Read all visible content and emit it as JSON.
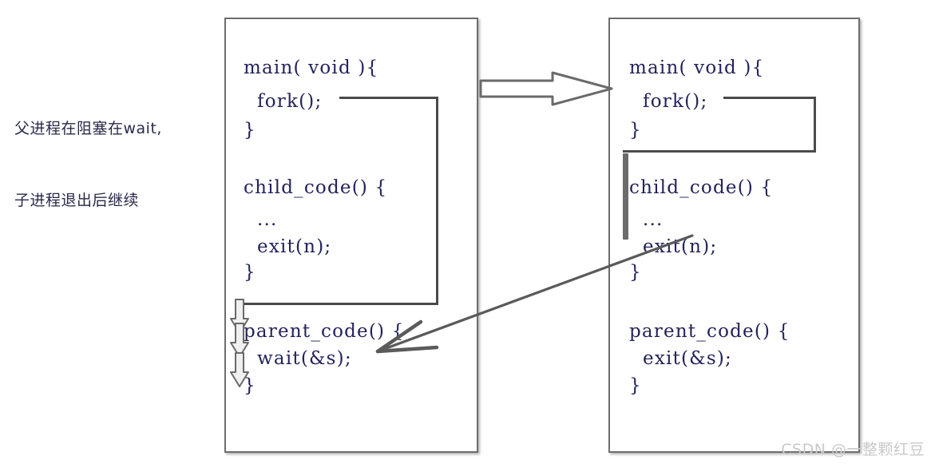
{
  "diagram": {
    "title": "fork wait process diagram",
    "annotation": {
      "line1": "父进程在阻塞在wait,",
      "line2": "子进程退出后继续"
    },
    "left_panel": {
      "name": "parent-process-panel",
      "code": [
        "main( void ){",
        "  fork();",
        "}",
        "child_code() {",
        "  ...",
        "  exit(n);",
        "}",
        "parent_code() {",
        "  wait(&s);",
        "}"
      ]
    },
    "right_panel": {
      "name": "child-process-panel",
      "code": [
        "main( void ){",
        "  fork();",
        "}",
        "child_code() {",
        "  ...",
        "  exit(n);",
        "}",
        "parent_code() {",
        "  exit(&s);",
        "}"
      ]
    },
    "arrows": {
      "fork_block_arrow": "fork-transition-arrow",
      "exit_to_wait_arrow": "exit-returns-to-wait-arrow",
      "blocked_arrows": "parent-blocked-down-arrows"
    },
    "colors": {
      "code_text": "#23235c",
      "annotation_text": "#2a2a4a",
      "panel_border": "#6e6e6e",
      "connector": "#4a4a4a",
      "watermark": "#c9c9c9"
    },
    "watermark": "CSDN @一整颗红豆"
  }
}
